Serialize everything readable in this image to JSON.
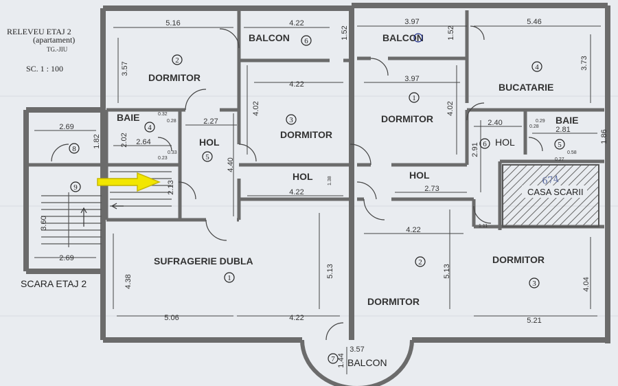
{
  "header": {
    "title": "RELEVEU ETAJ 2",
    "subtitle": "(apartament)",
    "location": "TG.-JIU",
    "scale": "SC. 1 : 100"
  },
  "rooms": {
    "balcon_6": "BALCON",
    "balcon_right": "BALCON",
    "dormitor_2": "DORMITOR",
    "dormitor_3_left": "DORMITOR",
    "dormitor_1_right": "DORMITOR",
    "bucatarie": "BUCATARIE",
    "baie_left": "BAIE",
    "baie_right": "BAIE",
    "hol_5": "HOL",
    "hol_mid": "HOL",
    "hol_right": "HOL",
    "hol_6": "HOL",
    "sufragerie": "SUFRAGERIE DUBLA",
    "dormitor_2_bottom": "DORMITOR",
    "dormitor_3_bottom": "DORMITOR",
    "casa_scarii": "CASA SCARII",
    "scara": "SCARA ETAJ 2",
    "balcon_bottom": "BALCON"
  },
  "numbers": {
    "n2_top": "2",
    "n6_balcon": "6",
    "n3_mid": "3",
    "n1_right": "1",
    "n4_buc": "4",
    "n4_baie": "4",
    "n5_hol": "5",
    "n8": "8",
    "n9": "9",
    "n6_hol": "6",
    "n5_baie": "5",
    "n1_suf": "1",
    "n2_bot": "2",
    "n3_bot": "3",
    "n7": "7"
  },
  "dimensions": {
    "d516": "5.16",
    "d422a": "4.22",
    "d152a": "1.52",
    "d397a": "3.97",
    "d152b": "1.52",
    "d546": "5.46",
    "d357": "3.57",
    "d422b": "4.22",
    "d402a": "4.02",
    "d397b": "3.97",
    "d402b": "4.02",
    "d373": "3.73",
    "d227": "2.27",
    "d240": "2.40",
    "d281": "2.81",
    "d269a": "2.69",
    "d182": "1.82",
    "d202": "2.02",
    "d264": "2.64",
    "d032": "0.32",
    "d028": "0.28",
    "d033": "0.33",
    "d023": "0.23",
    "d029": "0.29",
    "d028b": "0.28",
    "d058": "0.58",
    "d027": "0.27",
    "d186": "1.86",
    "d291": "2.91",
    "d440": "4.40",
    "d138": "1.38",
    "d213": "2.13",
    "d422c": "4.22",
    "d273": "2.73",
    "d360": "3.60",
    "d269b": "2.69",
    "d111": "1.11",
    "d438": "4.38",
    "d513a": "5.13",
    "d422d": "4.22",
    "d513b": "5.13",
    "d404": "4.04",
    "d506": "5.06",
    "d422e": "4.22",
    "d521": "5.21",
    "d357b": "3.57",
    "d144": "1.44"
  },
  "annotations": {
    "handwritten": "674"
  },
  "colors": {
    "paper": "#e9ecf0",
    "wall": "#6b6b6b",
    "arrow": "#f2e600",
    "circle_blue": "#1a2a8a"
  }
}
